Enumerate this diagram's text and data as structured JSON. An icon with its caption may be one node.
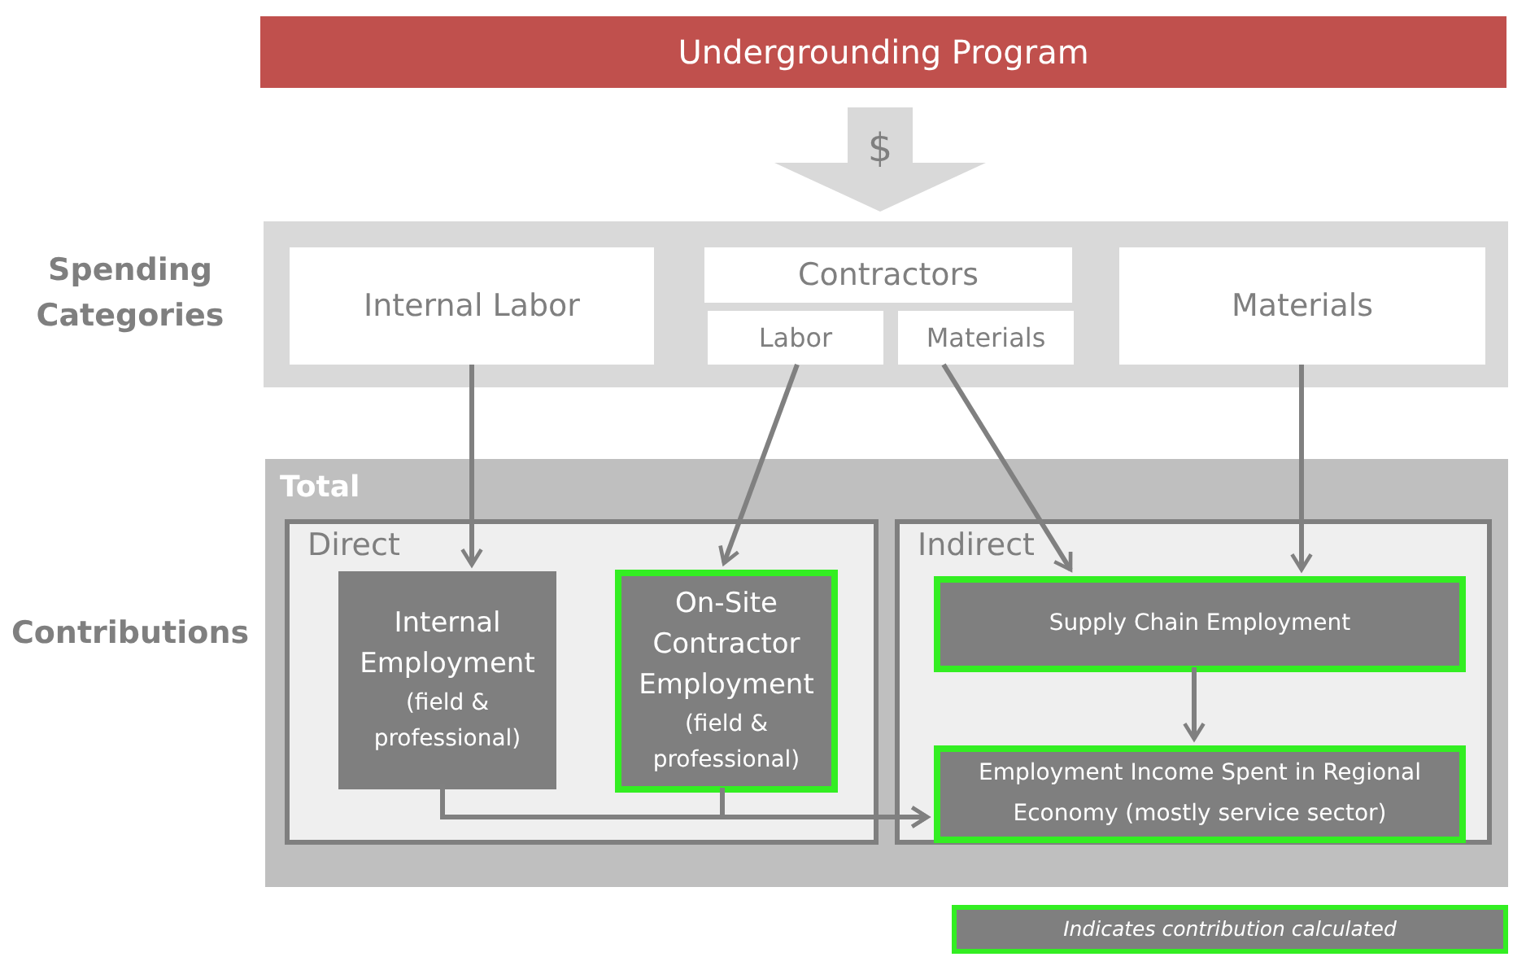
{
  "diagram": {
    "nodes": [
      {
        "text": [
          "Undergrounding Program"
        ]
      },
      {
        "text": [
          "Spending Categories"
        ]
      },
      {
        "text": [
          "Internal Labor"
        ],
        "in": 1
      },
      {
        "text": [
          "Contractors"
        ],
        "in": 1
      },
      {
        "text": [
          "Labor"
        ],
        "in": 1
      },
      {
        "text": [
          "Materials"
        ],
        "in": 1
      },
      {
        "text": [
          "Materials"
        ],
        "in": 1
      },
      {
        "text": [
          "Contributions",
          "Total"
        ]
      },
      {
        "text": [
          "Direct"
        ],
        "in": 7
      },
      {
        "text": [
          "Internal Employment",
          "(field & professional)"
        ],
        "in": 8
      },
      {
        "text": [
          "On-Site Contractor Employment",
          "(field & professional)"
        ],
        "in": 8
      },
      {
        "text": [
          "Indirect"
        ],
        "in": 7
      },
      {
        "text": [
          "Supply Chain Employment"
        ],
        "in": 11
      },
      {
        "text": [
          "Employment Income Spent in Regional Economy (mostly service sector)"
        ],
        "in": 11
      }
    ],
    "edges": [
      {
        "from": 0,
        "to": 1,
        "arrow": "to",
        "label": "$",
        "style": "thick",
        "color": "#d9d9d9"
      },
      {
        "from": 2,
        "to": 9,
        "arrow": "to"
      },
      {
        "from": 4,
        "to": 10,
        "arrow": "to"
      },
      {
        "from": 5,
        "to": 12,
        "arrow": "to"
      },
      {
        "from": 6,
        "to": 12,
        "arrow": "to"
      },
      {
        "from": 12,
        "to": 13,
        "arrow": "to"
      },
      {
        "from": 9,
        "to": 13,
        "arrow": "to"
      },
      {
        "from": 10,
        "to": 13,
        "arrow": "to"
      }
    ],
    "legend": [
      {
        "text": "Indicates contribution calculated",
        "color": "#33ee22"
      }
    ]
  }
}
